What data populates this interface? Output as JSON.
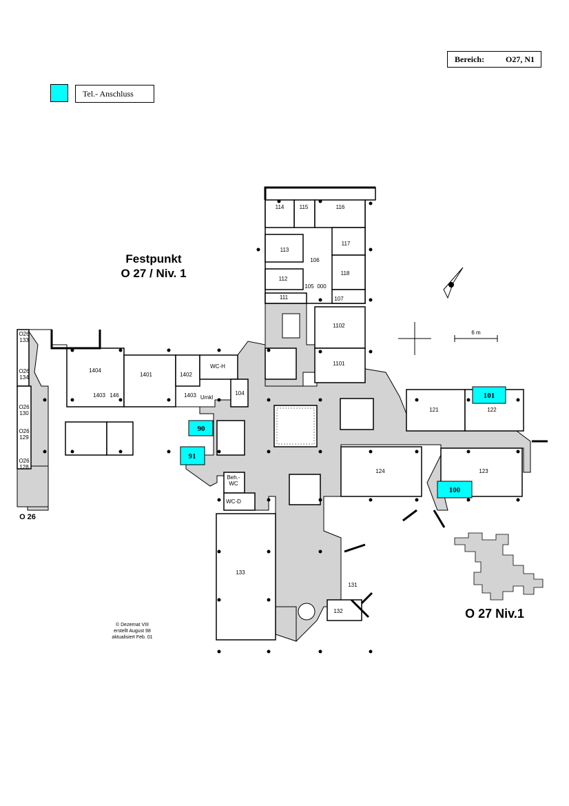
{
  "header": {
    "area_label": "Bereich:",
    "area_value": "O27, N1"
  },
  "legend": {
    "label": "Tel.- Anschluss",
    "color": "#00ffff"
  },
  "titles": {
    "fixpoint_line1": "Festpunkt",
    "fixpoint_line2": "O 27 / Niv. 1",
    "building": "O 27 Niv.1",
    "neighbor": "O 26"
  },
  "scale_label": "6 m",
  "credits": [
    "© Dezernat VIII",
    "erstellt August 98",
    "aktualisiert Feb. 01"
  ],
  "colors": {
    "corridor": "#d3d3d3",
    "phone_marker": "#00ffff",
    "wall": "#000000"
  },
  "rooms": {
    "r114": "114",
    "r115": "115",
    "r116": "116",
    "r117": "117",
    "r113": "113",
    "r106": "106",
    "r112": "112",
    "r105": "105",
    "r000": "000",
    "r118": "118",
    "r111": "111",
    "r107": "107",
    "r1102": "1102",
    "r1101": "1101",
    "r1404": "1404",
    "r1401": "1401",
    "r1402": "1402",
    "wch": "WC-H",
    "r1403a": "1403",
    "r146": "146",
    "r1403b": "1403",
    "umkl": "Umkl",
    "r104": "104",
    "r121": "121",
    "r122": "122",
    "r124": "124",
    "r123": "123",
    "behwc1": "Beh.-",
    "behwc2": "WC",
    "wcd": "WC-D",
    "r133": "133",
    "r131": "131",
    "r132": "132",
    "o26_133a": "O26",
    "o26_133b": "133",
    "o26_134a": "O26",
    "o26_134b": "134",
    "o26_130a": "O26",
    "o26_130b": "130",
    "o26_129a": "O26",
    "o26_129b": "129",
    "o26_128a": "O26",
    "o26_128b": "128"
  },
  "phone_markers": {
    "m90": "90",
    "m91": "91",
    "m101": "101",
    "m100": "100"
  }
}
